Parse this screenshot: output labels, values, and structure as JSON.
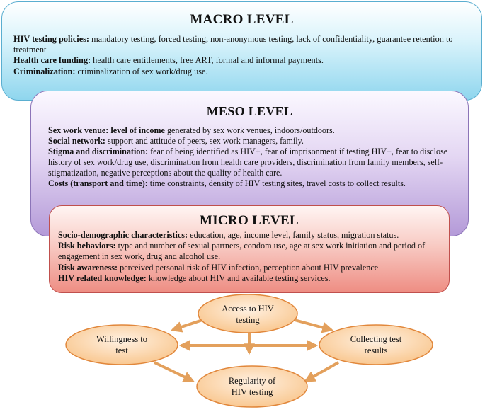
{
  "macro": {
    "title": "MACRO LEVEL",
    "items": [
      {
        "term": "HIV testing policies:",
        "text": " mandatory testing, forced testing, non-anonymous testing, lack of confidentiality, guarantee retention to treatment"
      },
      {
        "term": "Health care funding:",
        "text": " health care entitlements, free ART, formal and informal payments."
      },
      {
        "term": "Criminalization:",
        "text": " criminalization of sex work/drug use."
      }
    ]
  },
  "meso": {
    "title": "MESO LEVEL",
    "items": [
      {
        "term": "Sex work venue: level of income",
        "text": " generated by sex work venues, indoors/outdoors."
      },
      {
        "term": "Social network:",
        "text": " support and attitude of peers, sex work managers, family."
      },
      {
        "term": "Stigma and discrimination:",
        "text": " fear of being identified as HIV+, fear of imprisonment if testing HIV+, fear to disclose history of sex work/drug use, discrimination from health care providers, discrimination from family members, self-stigmatization, negative perceptions about the quality of health care."
      },
      {
        "term": "Costs (transport and time):",
        "text": " time constraints, density of HIV testing sites, travel costs to collect results."
      }
    ]
  },
  "micro": {
    "title": "MICRO LEVEL",
    "items": [
      {
        "term": "Socio-demographic characteristics:",
        "text": " education, age, income level, family status, migration status."
      },
      {
        "term": "Risk behaviors:",
        "text": " type and number of sexual partners, condom use, age at sex work initiation and period of engagement in sex work, drug and alcohol use."
      },
      {
        "term": "Risk awareness:",
        "text": " perceived personal risk of HIV infection, perception about HIV prevalence"
      },
      {
        "term": "HIV related knowledge:",
        "text": " knowledge about HIV and available testing services."
      }
    ]
  },
  "flow": {
    "nodes": {
      "access": "Access to HIV\ntesting",
      "willingness": "Willingness to\ntest",
      "collecting": "Collecting test\nresults",
      "regularity": "Regularity of\nHIV testing"
    }
  },
  "colors": {
    "macro_border": "#5aaed0",
    "meso_border": "#8c74b8",
    "micro_border": "#c0504d",
    "node_fill": "#fbd4a8",
    "node_border": "#e1873b",
    "arrow": "#e3a05c"
  }
}
